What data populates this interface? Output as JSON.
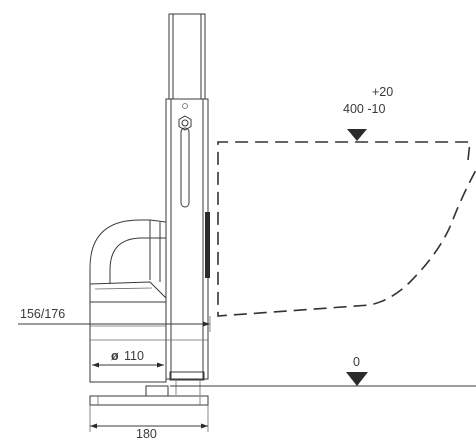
{
  "labels": {
    "tolerance_plus": "+20",
    "height_label": "400 -10",
    "zero_level": "0",
    "width_label": "156/176",
    "diameter_symbol": "ø",
    "diameter_value": "110",
    "base_width": "180"
  },
  "icons": {
    "level_marker": "filled-down-triangle",
    "pipe_shape": "elbow"
  },
  "colors": {
    "ink": "#3a3a3a",
    "dash": "#333333",
    "background": "#ffffff"
  }
}
